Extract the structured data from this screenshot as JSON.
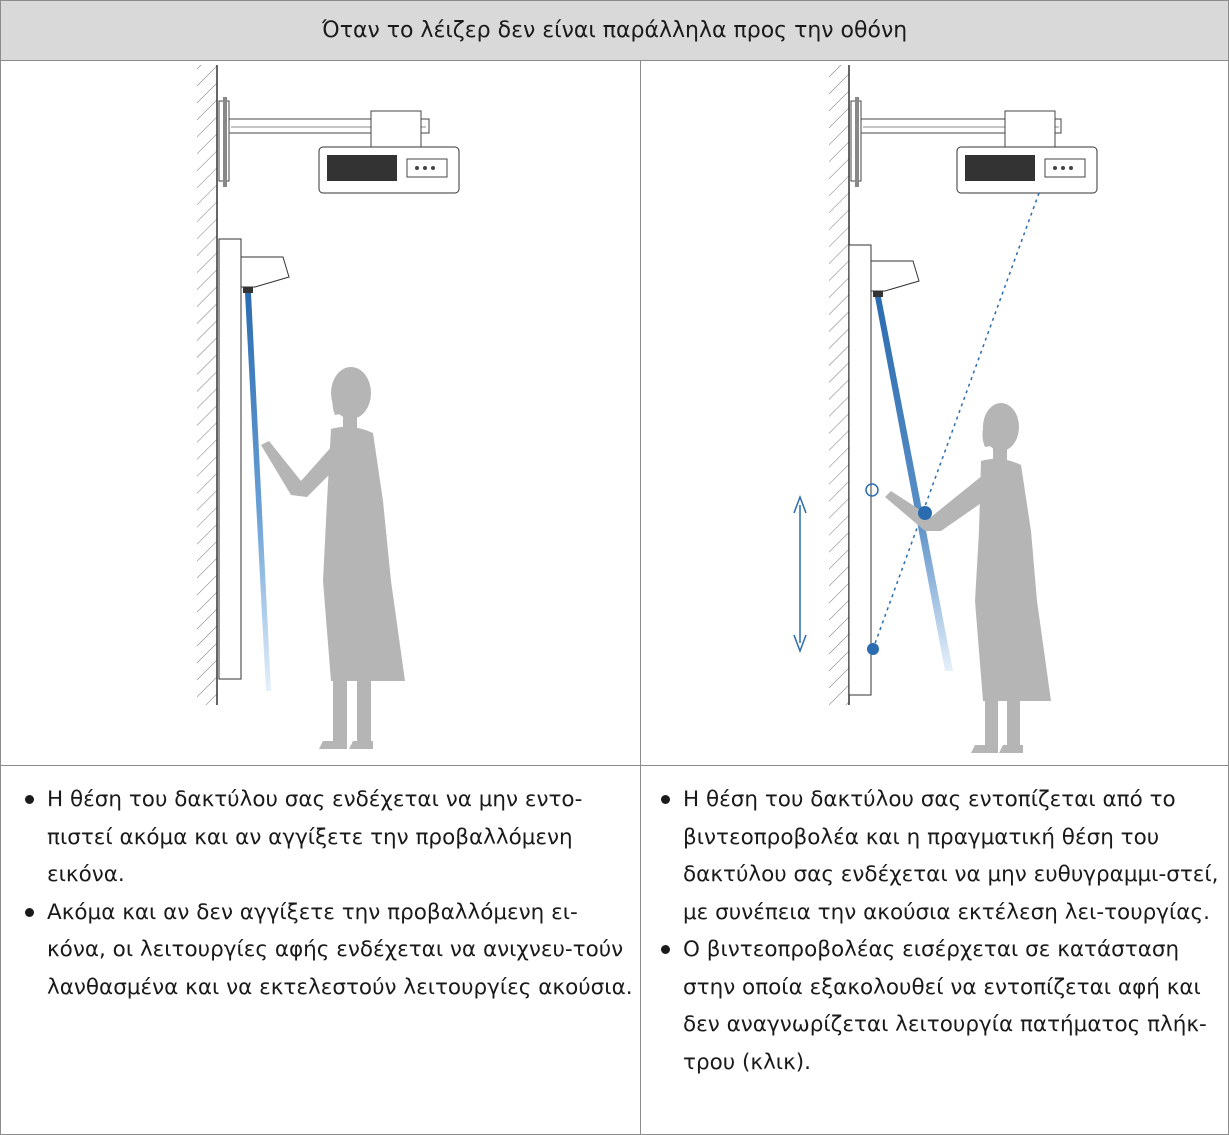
{
  "header": {
    "title": "Όταν το λέιζερ δεν είναι παράλληλα προς την οθόνη"
  },
  "left_column": {
    "illustration_icon": "person-touching-board-laser-misaligned",
    "bullets": [
      "Η θέση του δακτύλου σας ενδέχεται να μην εντο-πιστεί ακόμα και αν αγγίξετε την προβαλλόμενη εικόνα.",
      "Ακόμα και αν δεν αγγίξετε την προβαλλόμενη ει-κόνα, οι λειτουργίες αφής ενδέχεται να ανιχνευ-τούν λανθασμένα και να εκτελεστούν λειτουργίες ακούσια."
    ]
  },
  "right_column": {
    "illustration_icon": "person-touching-board-false-detection",
    "bullets": [
      "Η θέση του δακτύλου σας εντοπίζεται από το βιντεοπροβολέα και η πραγματική θέση του δακτύλου σας ενδέχεται να μην ευθυγραμμι-στεί, με συνέπεια την ακούσια εκτέλεση λει-τουργίας.",
      "Ο βιντεοπροβολέας εισέρχεται σε κατάσταση στην οποία εξακολουθεί να εντοπίζεται αφή και δεν αναγνωρίζεται λειτουργία πατήματος πλήκ-τρου (κλικ)."
    ]
  },
  "colors": {
    "header_bg": "#d9d9d9",
    "laser_blue": "#2b6cb0",
    "silhouette_gray": "#b5b5b5"
  }
}
